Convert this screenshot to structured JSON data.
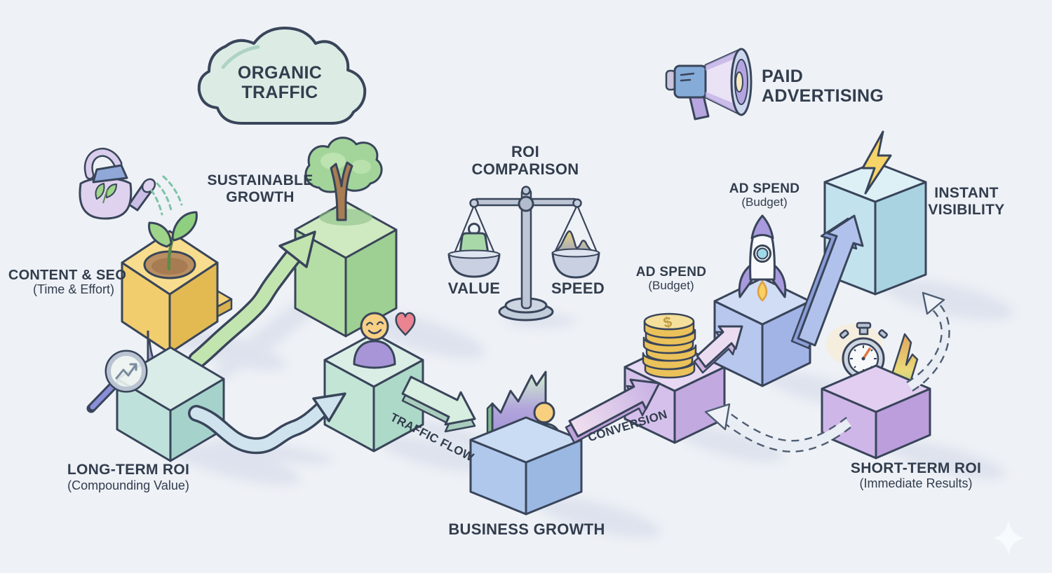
{
  "palette": {
    "ink": "#323d4d",
    "background": "#eef1f6",
    "organic_accent": "#b5dea6",
    "paid_accent": "#c2a9e0"
  },
  "organic": {
    "cloud_label": "ORGANIC\nTRAFFIC",
    "content_seo_title": "CONTENT & SEO",
    "content_seo_subtitle": "(Time & Effort)",
    "sustainable_growth_label": "SUSTAINABLE\nGROWTH",
    "long_term_roi_title": "LONG-TERM ROI",
    "long_term_roi_subtitle": "(Compounding Value)",
    "traffic_flow_label": "TRAFFIC FLOW",
    "business_growth_label": "BUSINESS GROWTH"
  },
  "paid": {
    "header_label": "PAID\nADVERTISING",
    "conversion_label": "CONVERSION",
    "ad_spend_budget_title": "AD SPEND",
    "ad_spend_budget_subtitle": "(Budget)",
    "ad_spend_rocket_title": "AD SPEND",
    "ad_spend_rocket_subtitle": "(Budget)",
    "instant_visibility_label": "INSTANT\nVISIBILITY",
    "short_term_roi_title": "SHORT-TERM ROI",
    "short_term_roi_subtitle": "(Immediate Results)",
    "coin_symbol": "$"
  },
  "scale": {
    "title": "ROI\nCOMPARISON",
    "left_pan_label": "VALUE",
    "right_pan_label": "SPEED"
  }
}
